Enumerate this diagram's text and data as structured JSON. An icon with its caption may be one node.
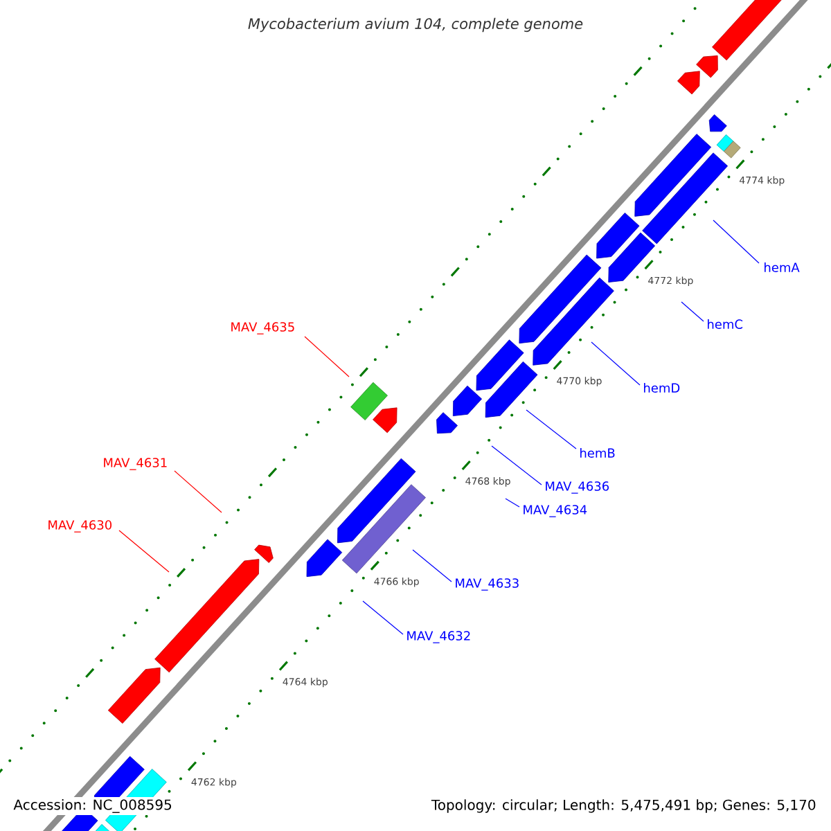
{
  "diagram": {
    "title": "Mycobacterium avium 104, complete genome",
    "nodes": [
      {
        "text": [
          "MAV_4635"
        ]
      },
      {
        "text": [
          "MAV_4631"
        ]
      },
      {
        "text": [
          "MAV_4630"
        ]
      },
      {
        "text": [
          "hemA"
        ]
      },
      {
        "text": [
          "hemC"
        ]
      },
      {
        "text": [
          "hemD"
        ]
      },
      {
        "text": [
          "hemB"
        ]
      },
      {
        "text": [
          "MAV_4636"
        ]
      },
      {
        "text": [
          "MAV_4634"
        ]
      },
      {
        "text": [
          "MAV_4633"
        ]
      },
      {
        "text": [
          "MAV_4632"
        ]
      }
    ],
    "edges": [
      {
        "from": 0,
        "to": null,
        "arrow": "none",
        "color": "#ff0000"
      },
      {
        "from": 1,
        "to": null,
        "arrow": "none",
        "color": "#ff0000"
      },
      {
        "from": 2,
        "to": null,
        "arrow": "none",
        "color": "#ff0000"
      },
      {
        "from": 3,
        "to": null,
        "arrow": "none"
      },
      {
        "from": 4,
        "to": null,
        "arrow": "none"
      },
      {
        "from": 5,
        "to": null,
        "arrow": "none"
      },
      {
        "from": 6,
        "to": null,
        "arrow": "none"
      },
      {
        "from": 7,
        "to": null,
        "arrow": "none"
      },
      {
        "from": 8,
        "to": null,
        "arrow": "none"
      },
      {
        "from": 9,
        "to": null,
        "arrow": "none"
      },
      {
        "from": 10,
        "to": null,
        "arrow": "none"
      }
    ],
    "labels": [
      "4774 kbp",
      "4772 kbp",
      "4770 kbp",
      "4768 kbp",
      "4766 kbp",
      "4764 kbp",
      "4762 kbp",
      "Accession: NC_008595",
      "Topology: circular; Length: 5,475,491 bp; Genes: 5,170"
    ]
  }
}
